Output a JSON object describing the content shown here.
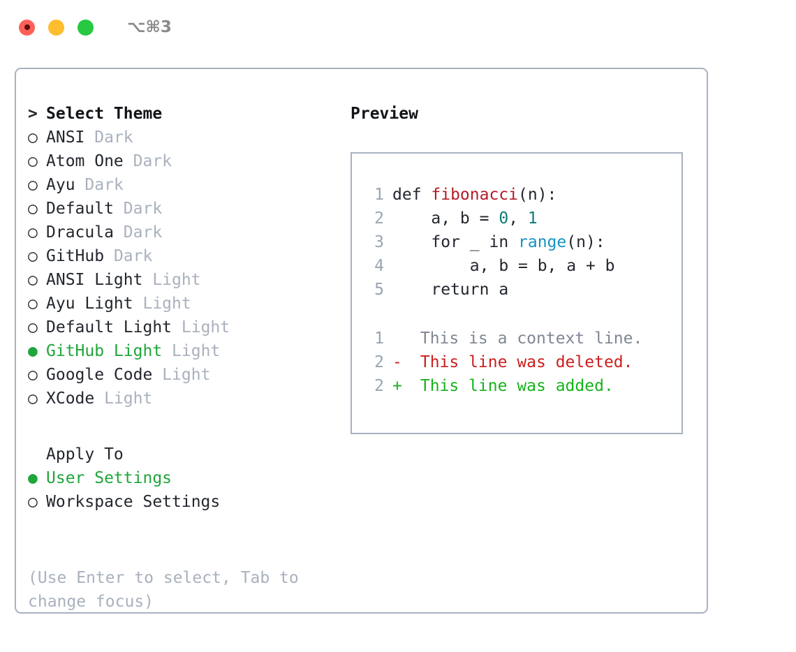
{
  "window": {
    "shortcut": "⌥⌘3",
    "traffic_lights": [
      "close",
      "minimize",
      "maximize"
    ],
    "colors": {
      "close": "#fc6158",
      "minimize": "#febd2e",
      "maximize": "#26c940",
      "border": "#a8b2c1",
      "accent_green": "#20a53a",
      "muted": "#a9b1bd"
    }
  },
  "theme_picker": {
    "header_marker": ">",
    "header": "Select Theme",
    "items": [
      {
        "marker": "○",
        "label": "ANSI",
        "suffix": "Dark",
        "selected": false
      },
      {
        "marker": "○",
        "label": "Atom One",
        "suffix": "Dark",
        "selected": false
      },
      {
        "marker": "○",
        "label": "Ayu",
        "suffix": "Dark",
        "selected": false
      },
      {
        "marker": "○",
        "label": "Default",
        "suffix": "Dark",
        "selected": false
      },
      {
        "marker": "○",
        "label": "Dracula",
        "suffix": "Dark",
        "selected": false
      },
      {
        "marker": "○",
        "label": "GitHub",
        "suffix": "Dark",
        "selected": false
      },
      {
        "marker": "○",
        "label": "ANSI Light",
        "suffix": "Light",
        "selected": false
      },
      {
        "marker": "○",
        "label": "Ayu Light",
        "suffix": "Light",
        "selected": false
      },
      {
        "marker": "○",
        "label": "Default Light",
        "suffix": "Light",
        "selected": false
      },
      {
        "marker": "●",
        "label": "GitHub Light",
        "suffix": "Light",
        "selected": true
      },
      {
        "marker": "○",
        "label": "Google Code",
        "suffix": "Light",
        "selected": false
      },
      {
        "marker": "○",
        "label": "XCode",
        "suffix": "Light",
        "selected": false
      }
    ]
  },
  "apply_to": {
    "header": "Apply To",
    "items": [
      {
        "marker": "●",
        "label": "User Settings",
        "selected": true
      },
      {
        "marker": "○",
        "label": "Workspace Settings",
        "selected": false
      }
    ]
  },
  "hint": "(Use Enter to select, Tab to change focus)",
  "preview": {
    "title": "Preview",
    "code_lines": [
      {
        "no": "1",
        "tokens": [
          {
            "t": "def ",
            "cls": "code-text"
          },
          {
            "t": "fibonacci",
            "cls": "tok-fn"
          },
          {
            "t": "(n):",
            "cls": "code-text"
          }
        ]
      },
      {
        "no": "2",
        "tokens": [
          {
            "t": "    a, b = ",
            "cls": "code-text"
          },
          {
            "t": "0",
            "cls": "tok-num"
          },
          {
            "t": ", ",
            "cls": "code-text"
          },
          {
            "t": "1",
            "cls": "tok-num"
          }
        ]
      },
      {
        "no": "3",
        "tokens": [
          {
            "t": "    for _ in ",
            "cls": "code-text"
          },
          {
            "t": "range",
            "cls": "tok-call"
          },
          {
            "t": "(n):",
            "cls": "code-text"
          }
        ]
      },
      {
        "no": "4",
        "tokens": [
          {
            "t": "        a, b = b, a + b",
            "cls": "code-text"
          }
        ]
      },
      {
        "no": "5",
        "tokens": [
          {
            "t": "    return a",
            "cls": "code-text"
          }
        ]
      }
    ],
    "diff_lines": [
      {
        "no": "1",
        "sign": " ",
        "text": " This is a context line.",
        "cls": "diff-ctx"
      },
      {
        "no": "2",
        "sign": "-",
        "text": " This line was deleted.",
        "cls": "diff-del"
      },
      {
        "no": "2",
        "sign": "+",
        "text": " This line was added.",
        "cls": "diff-add"
      }
    ]
  }
}
